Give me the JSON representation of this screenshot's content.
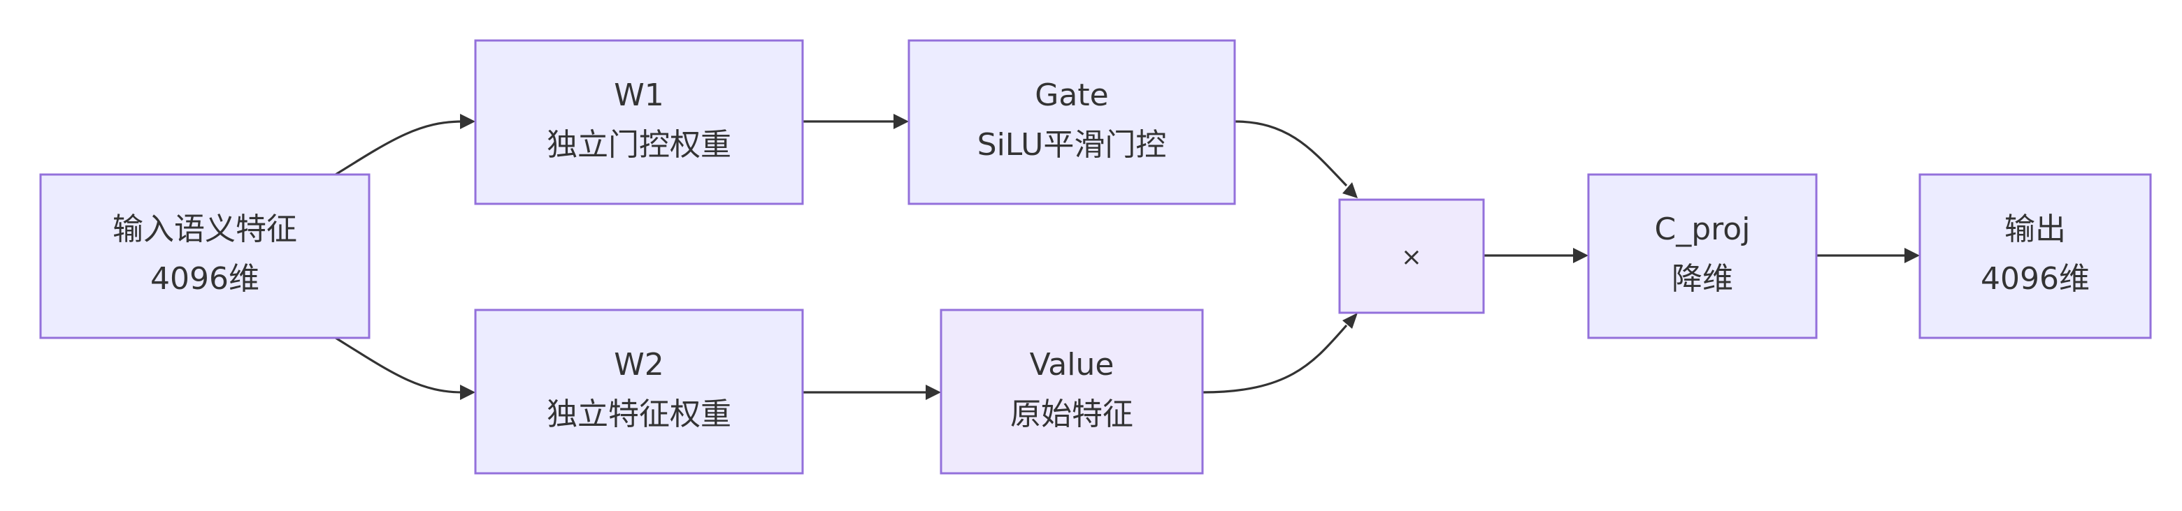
{
  "diagram": {
    "type": "flowchart",
    "direction": "left-to-right",
    "nodes": {
      "input": {
        "line1": "输入语义特征",
        "line2": "4096维"
      },
      "w1": {
        "line1": "W1",
        "line2": "独立门控权重"
      },
      "w2": {
        "line1": "W2",
        "line2": "独立特征权重"
      },
      "gate": {
        "line1": "Gate",
        "line2": "SiLU平滑门控"
      },
      "value": {
        "line1": "Value",
        "line2": "原始特征"
      },
      "multiply": {
        "line1": "×"
      },
      "cproj": {
        "line1": "C_proj",
        "line2": "降维"
      },
      "output": {
        "line1": "输出",
        "line2": "4096维"
      }
    },
    "edges": [
      {
        "from": "input",
        "to": "w1"
      },
      {
        "from": "input",
        "to": "w2"
      },
      {
        "from": "w1",
        "to": "gate"
      },
      {
        "from": "w2",
        "to": "value"
      },
      {
        "from": "gate",
        "to": "multiply"
      },
      {
        "from": "value",
        "to": "multiply"
      },
      {
        "from": "multiply",
        "to": "cproj"
      },
      {
        "from": "cproj",
        "to": "output"
      }
    ],
    "colors": {
      "node_fill": "#ececff",
      "node_fill_alt": "#efeafd",
      "node_border": "#9370db",
      "edge": "#333333",
      "text": "#333333"
    }
  }
}
